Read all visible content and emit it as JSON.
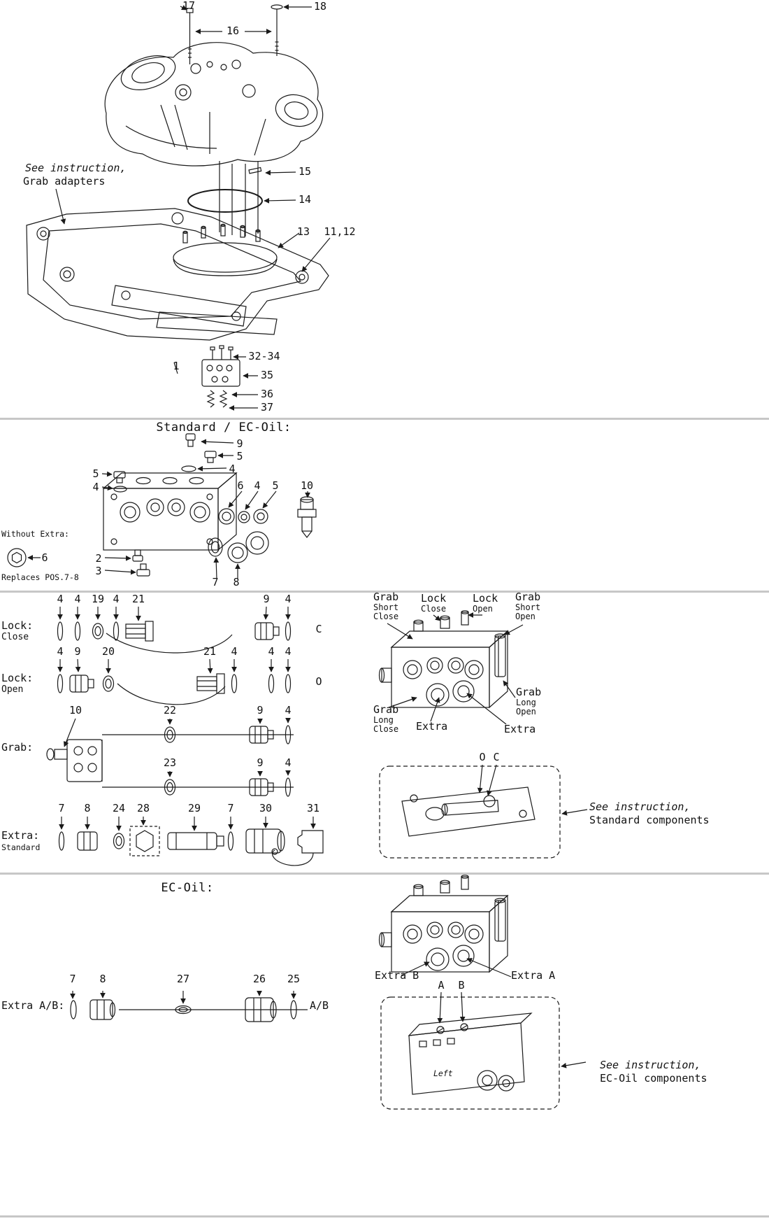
{
  "top": {
    "note1": "See instruction,",
    "note2": "Grab adapters",
    "c17": "17",
    "c18": "18",
    "c16": "16",
    "c15": "15",
    "c14": "14",
    "c13": "13",
    "c1112": "11,12",
    "c1": "1",
    "c3234": "32-34",
    "c35": "35",
    "c36": "36",
    "c37": "37"
  },
  "std": {
    "title": "Standard / EC-Oil:",
    "c9": "9",
    "c5a": "5",
    "c4a": "4",
    "c5b": "5",
    "c4b": "4",
    "c6": "6",
    "c4c": "4",
    "c5c": "5",
    "c10": "10",
    "c2": "2",
    "c3": "3",
    "c7": "7",
    "c8": "8",
    "without_extra": "Without Extra:",
    "we6": "6",
    "replaces": "Replaces POS.7-8"
  },
  "rows": {
    "lock_close": {
      "label": "Lock:",
      "sub": "Close",
      "letter": "C",
      "n1": "4",
      "n2": "4",
      "n3": "19",
      "n4": "4",
      "n5": "21",
      "n6": "9",
      "n7": "4"
    },
    "lock_open": {
      "label": "Lock:",
      "sub": "Open",
      "letter": "O",
      "n1": "4",
      "n2": "9",
      "n3": "20",
      "n4": "21",
      "n5": "4",
      "n6": "4",
      "n7": "4"
    },
    "grab": {
      "label": "Grab:",
      "n1": "10",
      "n2": "22",
      "n3": "9",
      "n4": "4",
      "n5": "23",
      "n6": "9",
      "n7": "4"
    },
    "extra": {
      "label": "Extra:",
      "sub": "Standard",
      "n1": "7",
      "n2": "8",
      "n3": "24",
      "n4": "28",
      "n5": "29",
      "n6": "7",
      "n7": "30",
      "n8": "31"
    }
  },
  "valve_std": {
    "grab_short_close": [
      "Grab",
      "Short",
      "Close"
    ],
    "lock_close": [
      "Lock",
      "Close"
    ],
    "lock_open": [
      "Lock",
      "Open"
    ],
    "grab_short_open": [
      "Grab",
      "Short",
      "Open"
    ],
    "grab_long_open": [
      "Grab",
      "Long",
      "Open"
    ],
    "grab_long_close": [
      "Grab",
      "Long",
      "Close"
    ],
    "extra_left": "Extra",
    "extra_right": "Extra"
  },
  "std_inst": {
    "o": "O",
    "c": "C",
    "line1": "See instruction,",
    "line2": "Standard components"
  },
  "ecoil": {
    "title": "EC-Oil:",
    "extra_b": "Extra B",
    "extra_a": "Extra A",
    "a": "A",
    "b": "B",
    "row_label": "Extra A/B:",
    "n1": "7",
    "n2": "8",
    "n3": "27",
    "n4": "26",
    "n5": "25",
    "ab": "A/B",
    "left_marking": "Left",
    "inst1": "See instruction,",
    "inst2": "EC-Oil components"
  }
}
